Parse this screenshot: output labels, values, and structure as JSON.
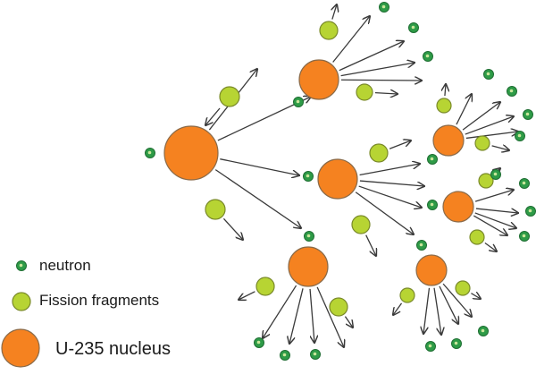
{
  "legend": {
    "neutron": "neutron",
    "fragments": "Fission fragments",
    "nucleus": "U-235 nucleus"
  },
  "colors": {
    "nucleus_fill": "#f58220",
    "nucleus_stroke": "#8a6a48",
    "fragment_fill": "#b7d433",
    "fragment_stroke": "#7a8a2a",
    "neutron_fill": "#2e9b47",
    "neutron_stroke": "#1f6e33",
    "neutron_core": "#c9e69a",
    "arrow": "#3a3a3a"
  },
  "shapes": {
    "nucleus": "orange-circle",
    "fragment": "yellow-green-circle",
    "neutron": "green-dot",
    "arrow": "black-arrow"
  }
}
